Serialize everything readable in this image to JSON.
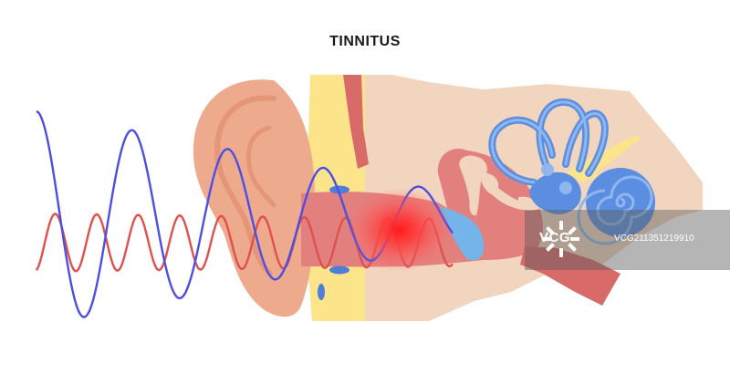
{
  "title": "TINNITUS",
  "watermark": {
    "logo": "VCG",
    "id": "VCG211351219910"
  },
  "colors": {
    "skin": "#f2d5bf",
    "outer_ear": "#eeaa8c",
    "bone": "#fbe48a",
    "canal": "#e2807e",
    "muscle": "#d96a6a",
    "inner_ear": "#5b8ee0",
    "eardrum": "#74b4e8",
    "wave_blue": "#4d4ee2",
    "wave_red": "#e0504e",
    "pain": "#ff2a2a"
  }
}
